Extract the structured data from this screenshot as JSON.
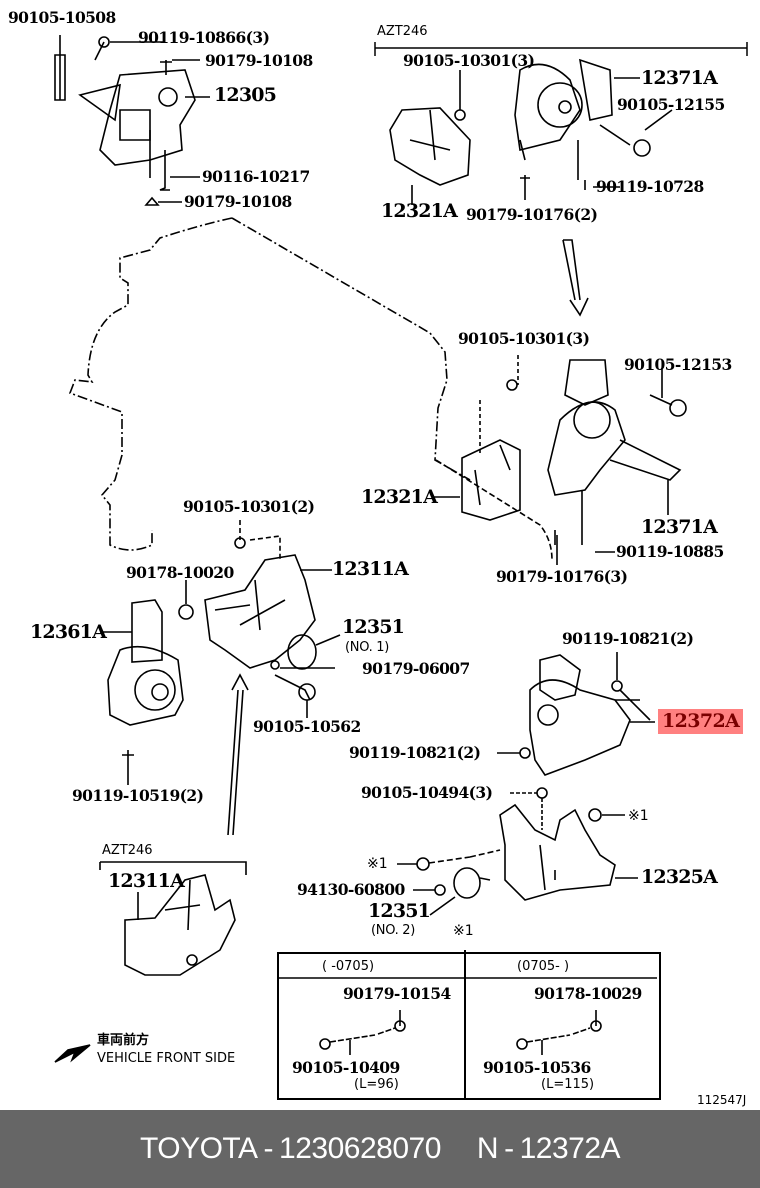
{
  "diagram": {
    "variant_label_top": "AZT246",
    "variant_label_bottom": "AZT246",
    "labels": {
      "p90105_10508": "90105-10508",
      "p90119_10866": "90119-10866(3)",
      "p90179_10108_a": "90179-10108",
      "p12305": "12305",
      "p90116_10217": "90116-10217",
      "p90179_10108_b": "90179-10108",
      "p90105_10301_3a": "90105-10301(3)",
      "p12371A_a": "12371A",
      "p90105_12155": "90105-12155",
      "p12321A_a": "12321A",
      "p90179_10176_2": "90179-10176(2)",
      "p90119_10728": "90119-10728",
      "p90105_10301_3b": "90105-10301(3)",
      "p90105_12153": "90105-12153",
      "p12321A_b": "12321A",
      "p12371A_b": "12371A",
      "p90119_10885": "90119-10885",
      "p90179_10176_3": "90179-10176(3)",
      "p90105_10301_2": "90105-10301(2)",
      "p90178_10020": "90178-10020",
      "p12311A_a": "12311A",
      "p12361A": "12361A",
      "p12351_a": "12351",
      "p12351_a_note": "(NO. 1)",
      "p90179_06007": "90179-06007",
      "p90105_10562": "90105-10562",
      "p90119_10519": "90119-10519(2)",
      "p90119_10821_a": "90119-10821(2)",
      "p12372A": "12372A",
      "p90119_10821_b": "90119-10821(2)",
      "p90105_10494": "90105-10494(3)",
      "note1_a": "※1",
      "note1_b": "※1",
      "p12325A": "12325A",
      "p94130_60800": "94130-60800",
      "p12351_b": "12351",
      "p12351_b_note": "(NO. 2)",
      "note1_c": "※1",
      "p12311A_b": "12311A"
    },
    "table": {
      "col1_header": "(      -0705)",
      "col2_header": "(0705-      )",
      "col1_nut": "90179-10154",
      "col1_bolt": "90105-10409",
      "col1_len": "(L=96)",
      "col2_nut": "90178-10029",
      "col2_bolt": "90105-10536",
      "col2_len": "(L=115)"
    },
    "direction_jp": "車両前方",
    "direction_en": "VEHICLE FRONT SIDE",
    "illustration_id": "112547J",
    "highlight_color": "#ff8080"
  },
  "footer": {
    "brand": "TOYOTA",
    "part_number": "1230628070",
    "ref_prefix": "N",
    "ref_code": "12372A",
    "separator": "-"
  }
}
